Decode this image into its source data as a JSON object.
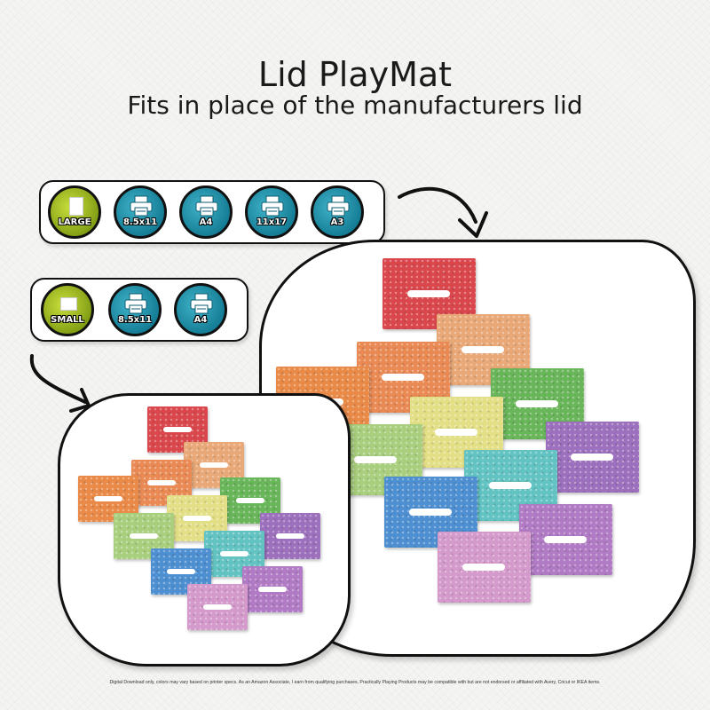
{
  "header": {
    "title": "Lid PlayMat",
    "subtitle": "Fits in place of the manufacturers lid"
  },
  "large_bar": {
    "size_label": "LARGE",
    "paper_options": [
      "8.5x11",
      "A4",
      "11x17",
      "A3"
    ]
  },
  "small_bar": {
    "size_label": "SMALL",
    "paper_options": [
      "8.5x11",
      "A4"
    ]
  },
  "icons": {
    "printer": "printer-icon",
    "paper": "paper-sheet-icon",
    "arrow": "curved-arrow-icon"
  },
  "colors": {
    "badge_teal": "#1f95ad",
    "badge_lime": "#a8c02a",
    "red": "#d9474c",
    "orange": "#e98a55",
    "peach": "#e9a877",
    "yellow": "#e3df86",
    "green": "#69b55a",
    "light_green": "#a9cf7e",
    "teal": "#63c3c2",
    "blue": "#4d8fd0",
    "purple": "#9c70bd",
    "pink": "#d49acb"
  },
  "footer": {
    "note": "Digital Download only, colors may vary based on printer specs. As an Amazon Associate, I earn from qualifying purchases. Practically Playing Products may be compatible with but are not endorsed or affiliated with Avery, Cricut or IKEA items."
  }
}
